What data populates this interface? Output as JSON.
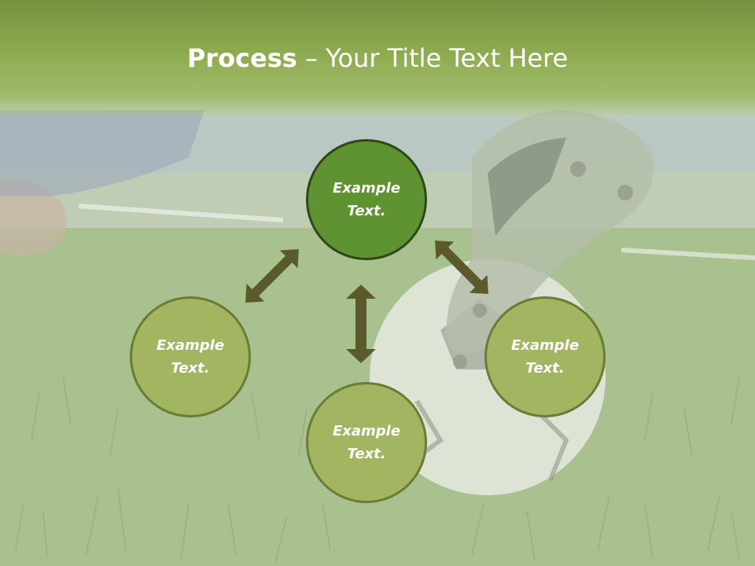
{
  "title": {
    "bold": "Process",
    "rest": " – Your Title Text Here"
  },
  "colors": {
    "header": "#8fab4f",
    "circle_dark": "#5f9230",
    "circle_light": "#a2b560",
    "arrow": "#5a5a2a"
  },
  "circles": [
    {
      "line1": "Example",
      "line2": "Text."
    },
    {
      "line1": "Example",
      "line2": "Text."
    },
    {
      "line1": "Example",
      "line2": "Text."
    },
    {
      "line1": "Example",
      "line2": "Text."
    }
  ]
}
